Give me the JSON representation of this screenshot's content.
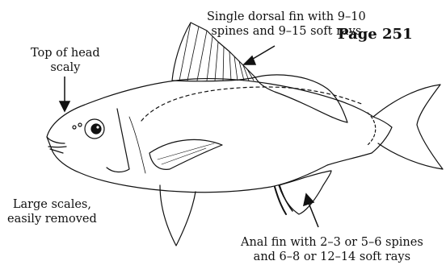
{
  "page_number": "Page 251",
  "labels": {
    "dorsal": [
      "Single dorsal fin with 9–10",
      "spines and 9–15 soft rays"
    ],
    "head": [
      "Top of head",
      "scaly"
    ],
    "scales": [
      "Large scales,",
      "easily removed"
    ],
    "anal": [
      "Anal fin with 2–3 or 5–6 spines",
      "and 6–8 or 12–14 soft rays"
    ]
  },
  "colors": {
    "ink": "#111111",
    "background": "#ffffff"
  }
}
